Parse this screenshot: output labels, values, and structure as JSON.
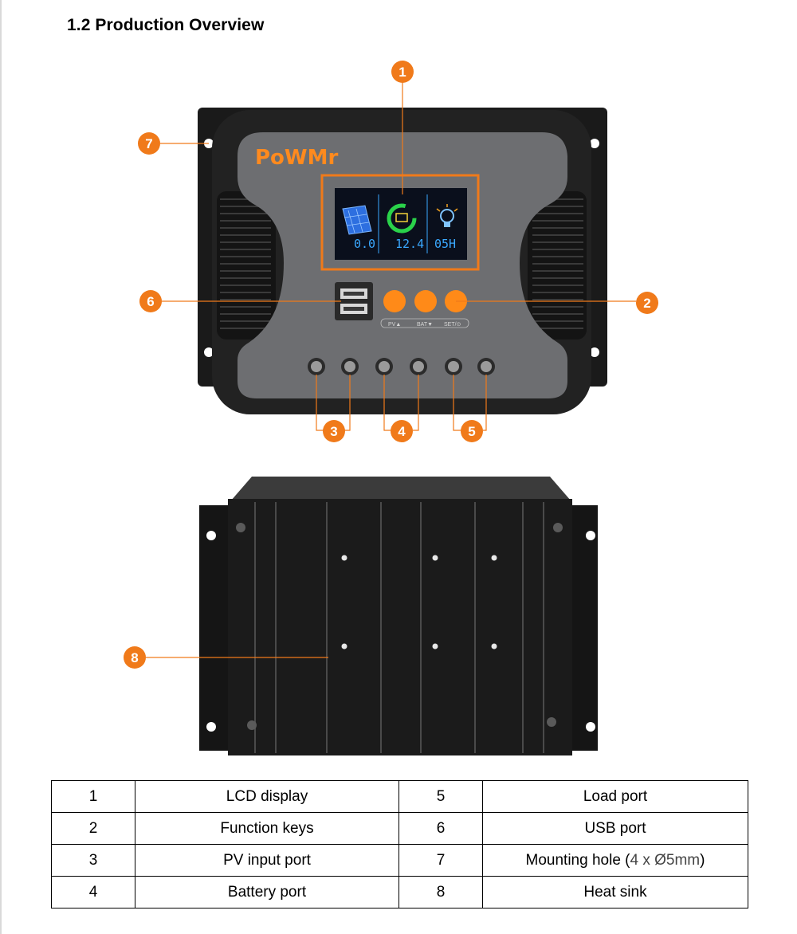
{
  "section_title": "1.2 Production Overview",
  "figure_top": {
    "brand": "PoWMr",
    "lcd": {
      "pv_value": "0.0",
      "battery_value": "12.4",
      "load_value": "05H"
    },
    "key_labels": [
      "PV▲",
      "BAT▼",
      "SET/⊙"
    ],
    "callouts": [
      "1",
      "2",
      "3",
      "4",
      "5",
      "6",
      "7"
    ]
  },
  "figure_bottom": {
    "callouts": [
      "8"
    ]
  },
  "colors": {
    "accent": "#f07a1a",
    "body_dark": "#1c1c1c",
    "panel_grey": "#6e6f72",
    "lcd_bg": "#0a0f1c"
  },
  "table": {
    "rows": [
      {
        "left_num": "1",
        "left_label": "LCD display",
        "right_num": "5",
        "right_label": "Load port"
      },
      {
        "left_num": "2",
        "left_label": "Function keys",
        "right_num": "6",
        "right_label": "USB port"
      },
      {
        "left_num": "3",
        "left_label": "PV input port",
        "right_num": "7",
        "right_label": "Mounting hole (4 x Ø5mm)",
        "right_label_main": "Mounting hole (",
        "right_label_detail": "4 x Ø5mm",
        "right_label_close": ")"
      },
      {
        "left_num": "4",
        "left_label": "Battery port",
        "right_num": "8",
        "right_label": "Heat sink"
      }
    ]
  }
}
